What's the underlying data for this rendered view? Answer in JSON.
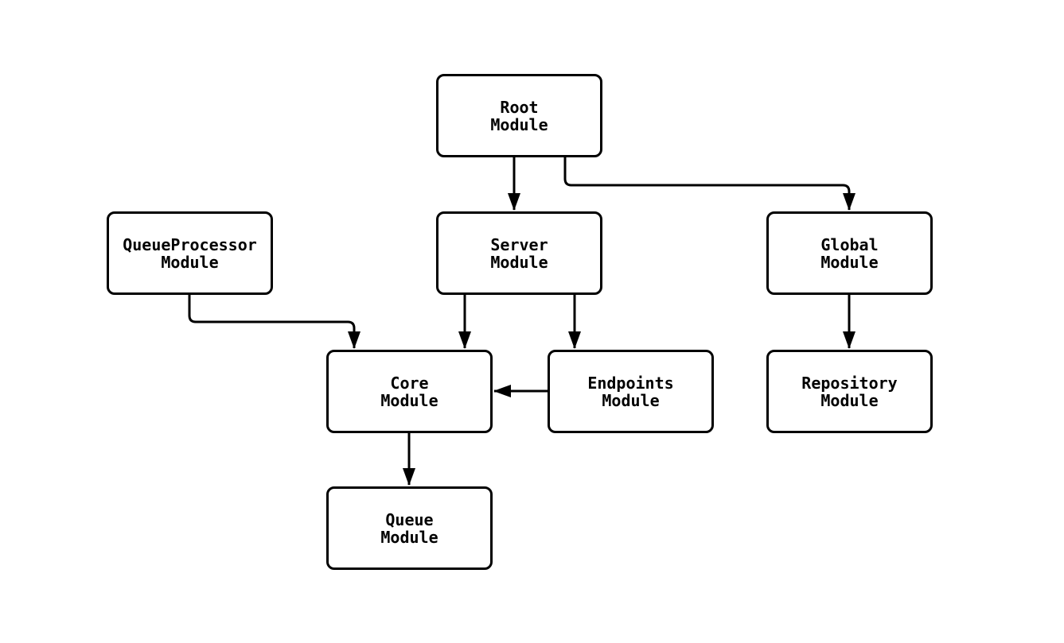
{
  "diagram": {
    "type": "module-dependency-graph",
    "background_color": "#ffffff",
    "node_fill_color": "#ffffff",
    "node_border_color": "#000000",
    "edge_color": "#000000",
    "nodes": {
      "root": {
        "lines": [
          "Root",
          "Module"
        ]
      },
      "queue_processor": {
        "lines": [
          "QueueProcessor",
          "Module"
        ]
      },
      "server": {
        "lines": [
          "Server",
          "Module"
        ]
      },
      "global": {
        "lines": [
          "Global",
          "Module"
        ]
      },
      "core": {
        "lines": [
          "Core",
          "Module"
        ]
      },
      "endpoints": {
        "lines": [
          "Endpoints",
          "Module"
        ]
      },
      "repository": {
        "lines": [
          "Repository",
          "Module"
        ]
      },
      "queue": {
        "lines": [
          "Queue",
          "Module"
        ]
      }
    },
    "edges": [
      {
        "from": "Root Module",
        "to": "Server Module"
      },
      {
        "from": "Root Module",
        "to": "Global Module"
      },
      {
        "from": "QueueProcessor Module",
        "to": "Core Module"
      },
      {
        "from": "Server Module",
        "to": "Core Module"
      },
      {
        "from": "Server Module",
        "to": "Endpoints Module"
      },
      {
        "from": "Endpoints Module",
        "to": "Core Module"
      },
      {
        "from": "Global Module",
        "to": "Repository Module"
      },
      {
        "from": "Core Module",
        "to": "Queue Module"
      }
    ]
  }
}
